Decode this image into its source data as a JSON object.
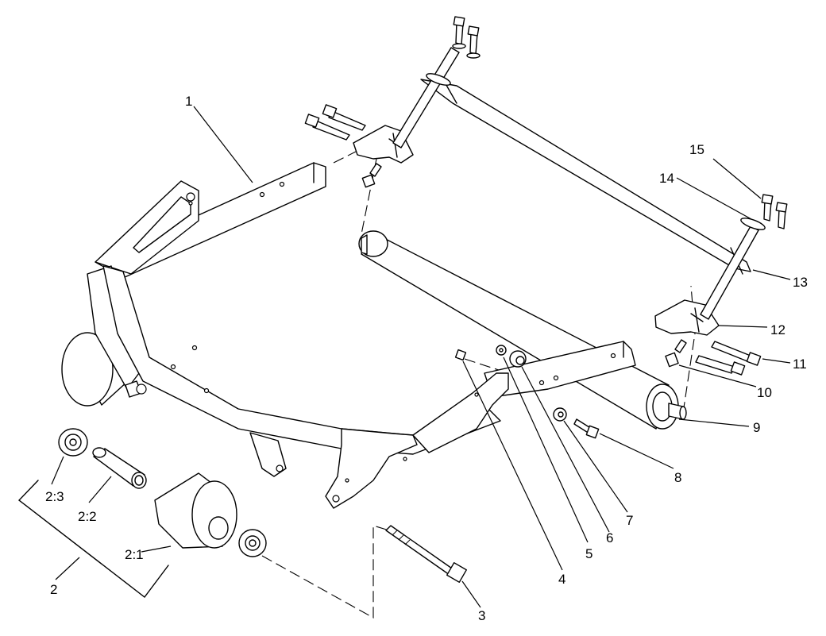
{
  "callouts": {
    "c1": "1",
    "c2": "2",
    "c2_1": "2:1",
    "c2_2": "2:2",
    "c2_3": "2:3",
    "c3": "3",
    "c4": "4",
    "c5": "5",
    "c6": "6",
    "c7": "7",
    "c8": "8",
    "c9": "9",
    "c10": "10",
    "c11": "11",
    "c12": "12",
    "c13": "13",
    "c14": "14",
    "c15": "15"
  }
}
